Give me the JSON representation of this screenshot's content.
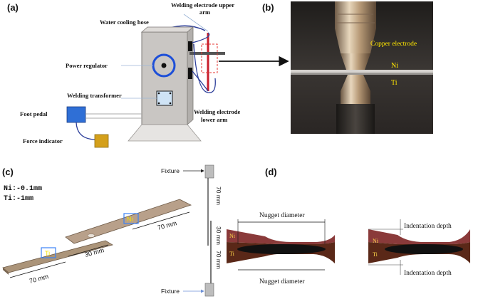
{
  "panels": {
    "a": {
      "label": "(a)",
      "labels": {
        "cooling_hose": "Water cooling hose",
        "upper_arm_line1": "Welding electrode upper",
        "upper_arm_line2": "arm",
        "power_regulator": "Power regulator",
        "transformer": "Welding transformer",
        "foot_pedal": "Foot pedal",
        "force_indicator": "Force indicator",
        "lower_arm_line1": "Welding electrode",
        "lower_arm_line2": "lower arm"
      },
      "colors": {
        "machine_body": "#c9c6c3",
        "regulator_ring": "#1d4fd8",
        "foot_pedal": "#2f6fd6",
        "force_indicator": "#d4a01b",
        "electrode_arm": "#c81e2b",
        "cables": "#2c3e9a"
      }
    },
    "b": {
      "label": "(b)",
      "labels": {
        "electrode": "Copper electrode",
        "top_sheet": "Ni",
        "bottom_sheet": "Ti"
      },
      "colors": {
        "annotation_text": "#ffe600"
      }
    },
    "c": {
      "label": "(c)",
      "thickness": {
        "ni": "Ni:-0.1mm",
        "ti": "Ti:-1mm"
      },
      "strip_labels": {
        "ni": "Ni",
        "ti": "Ti"
      },
      "dimensions": {
        "left": "70 mm",
        "overlap": "30 mm",
        "right": "70 mm"
      },
      "side_view": {
        "fixture_top": "Fixture",
        "fixture_bottom": "Fixture",
        "upper": "70 mm",
        "overlap": "30 mm",
        "lower": "70 mm"
      },
      "colors": {
        "ni_strip": "#b8a08a",
        "ti_strip": "#ab9479",
        "label_box": "#3b82f6",
        "label_text": "#f5e400"
      }
    },
    "d": {
      "label": "(d)",
      "left_view": {
        "top_dimension": "Nugget diameter",
        "bottom_dimension": "Nugget diameter",
        "top_sheet": "Ni",
        "bottom_sheet": "Ti"
      },
      "right_view": {
        "top_dimension": "Indentation depth",
        "bottom_dimension": "Indentation depth",
        "top_sheet": "Ni",
        "bottom_sheet": "Ti"
      },
      "colors": {
        "ni_layer": "#8a3a3a",
        "ti_layer": "#5a2818",
        "nugget": "#111111",
        "sheet_label": "#ffd84a"
      }
    }
  }
}
